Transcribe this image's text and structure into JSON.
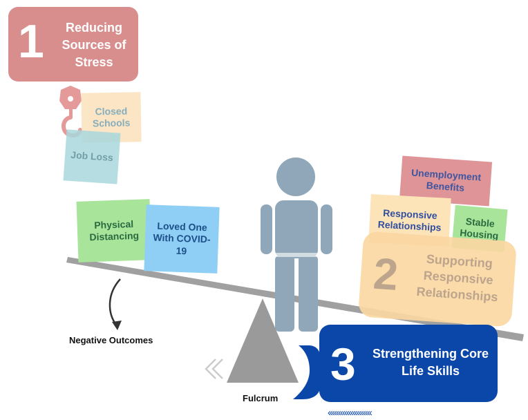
{
  "box1": {
    "number": "1",
    "text": "Reducing Sources of Stress"
  },
  "notes": {
    "closed_schools": "Closed Schools",
    "job_loss": "Job Loss",
    "physical_distancing": "Physical Distancing",
    "loved_one": "Loved One With COVID-19",
    "unemployment": "Unemployment Benefits",
    "responsive_relationships": "Responsive Relationships",
    "stable_housing": "Stable Housing"
  },
  "box2": {
    "number": "2",
    "text": "Supporting Responsive Relationships"
  },
  "box3": {
    "number": "3",
    "text": "Strengthening Core Life Skills"
  },
  "labels": {
    "negative_outcomes": "Negative Outcomes",
    "fulcrum": "Fulcrum"
  },
  "decorations": {
    "bottom_chevrons": "‹‹‹‹‹‹‹‹‹‹‹‹‹‹‹‹‹‹‹‹‹"
  },
  "colors": {
    "box1": "#d98e8e",
    "box2": "#fbd8a2",
    "box3": "#0b47a8",
    "beam": "#a0a0a0",
    "figure": "#8fa7b8",
    "fulcrum": "#9a9a9a"
  }
}
